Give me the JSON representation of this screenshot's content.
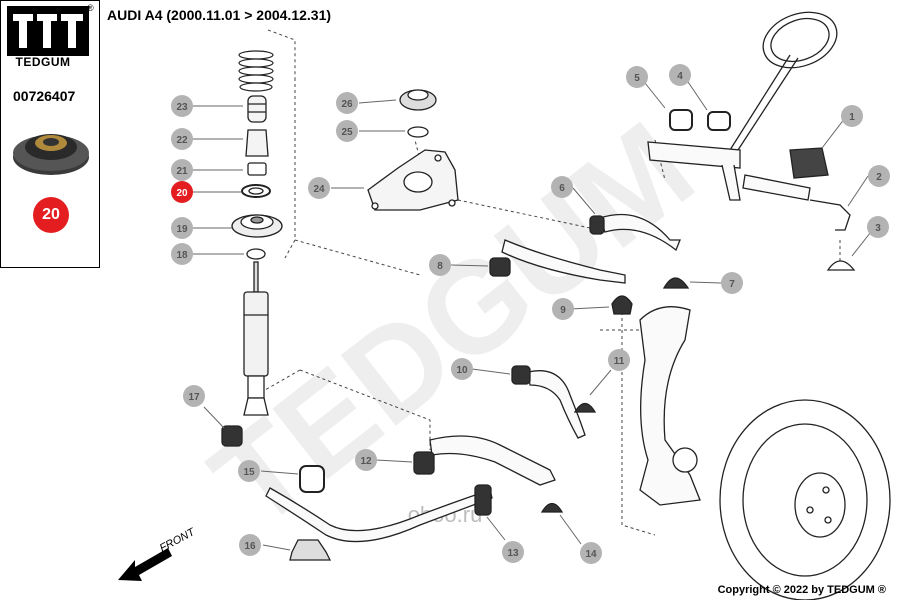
{
  "brand": {
    "name": "TEDGUM",
    "reg": "®",
    "watermark": "TEDGUM",
    "site": "oboo.ru"
  },
  "header": {
    "title": "AUDI A4 (2000.11.01 > 2004.12.31)"
  },
  "sidebar": {
    "part_number": "00726407",
    "badge": "20"
  },
  "footer": {
    "copyright": "Copyright © 2022 by TEDGUM ®"
  },
  "front_label": "FRONT",
  "highlight_color": "#e41e20",
  "callouts": [
    {
      "n": "1",
      "highlighted": false
    },
    {
      "n": "2",
      "highlighted": false
    },
    {
      "n": "3",
      "highlighted": false
    },
    {
      "n": "4",
      "highlighted": false
    },
    {
      "n": "5",
      "highlighted": false
    },
    {
      "n": "6",
      "highlighted": false
    },
    {
      "n": "7",
      "highlighted": false
    },
    {
      "n": "8",
      "highlighted": false
    },
    {
      "n": "9",
      "highlighted": false
    },
    {
      "n": "10",
      "highlighted": false
    },
    {
      "n": "11",
      "highlighted": false
    },
    {
      "n": "12",
      "highlighted": false
    },
    {
      "n": "13",
      "highlighted": false
    },
    {
      "n": "14",
      "highlighted": false
    },
    {
      "n": "15",
      "highlighted": false
    },
    {
      "n": "16",
      "highlighted": false
    },
    {
      "n": "17",
      "highlighted": false
    },
    {
      "n": "18",
      "highlighted": false
    },
    {
      "n": "19",
      "highlighted": false
    },
    {
      "n": "20",
      "highlighted": true
    },
    {
      "n": "21",
      "highlighted": false
    },
    {
      "n": "22",
      "highlighted": false
    },
    {
      "n": "23",
      "highlighted": false
    },
    {
      "n": "24",
      "highlighted": false
    },
    {
      "n": "25",
      "highlighted": false
    },
    {
      "n": "26",
      "highlighted": false
    }
  ]
}
